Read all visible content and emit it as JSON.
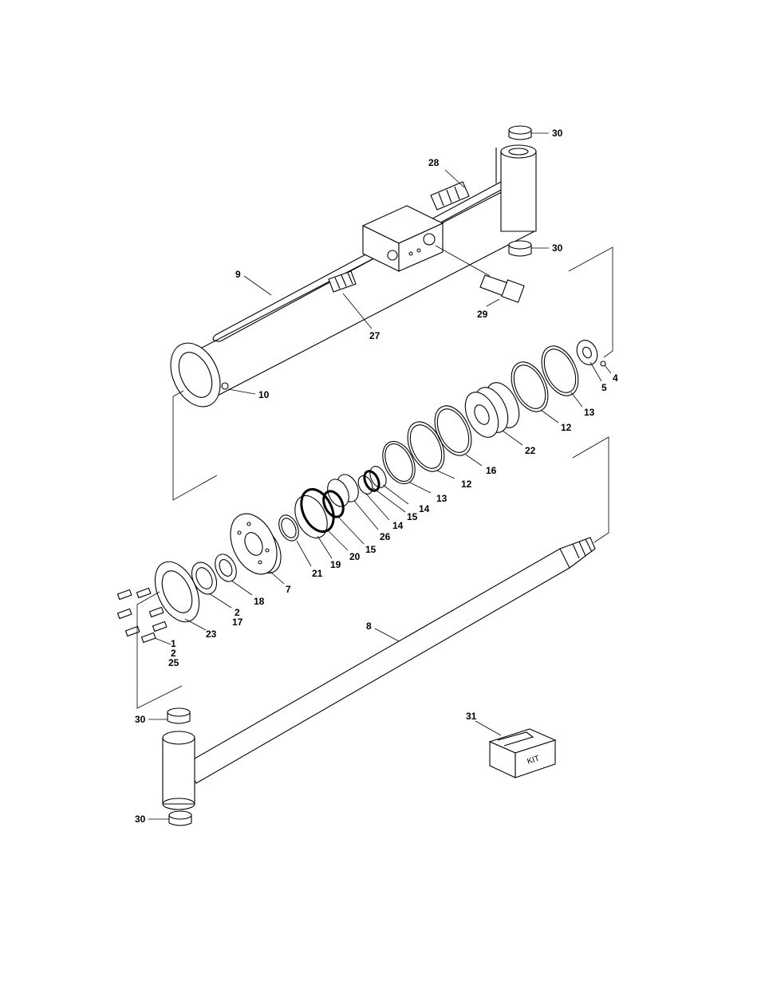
{
  "callouts": {
    "c30a": "30",
    "c28": "28",
    "c30b": "30",
    "c9": "9",
    "c27": "27",
    "c29": "29",
    "c10": "10",
    "c4": "4",
    "c5": "5",
    "c13a": "13",
    "c12a": "12",
    "c22": "22",
    "c16": "16",
    "c12b": "12",
    "c13b": "13",
    "c14a": "14",
    "c15a": "15",
    "c14b": "14",
    "c26": "26",
    "c15b": "15",
    "c20": "20",
    "c19": "19",
    "c21": "21",
    "c7": "7",
    "c18": "18",
    "c2a": "2",
    "c17": "17",
    "c23": "23",
    "c1": "1",
    "c2b": "2",
    "c25": "25",
    "c8": "8",
    "c31": "31",
    "c30c": "30",
    "c30d": "30"
  },
  "kit_label": "KIT"
}
